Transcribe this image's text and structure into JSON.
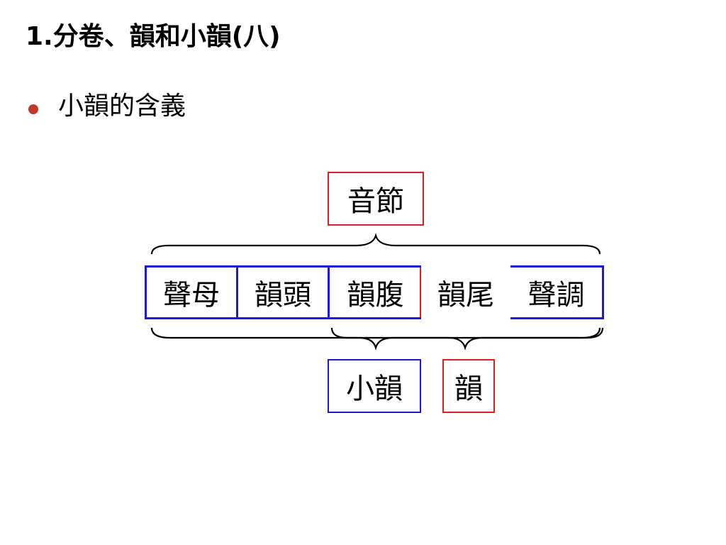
{
  "slide": {
    "title": "1.分卷、韻和小韻(八)",
    "bullet": "小韻的含義"
  },
  "diagram": {
    "top_label": "音節",
    "components": [
      "聲母",
      "韻頭",
      "韻腹",
      "韻尾",
      "聲調"
    ],
    "bottom_labels": [
      "小韻",
      "韻"
    ],
    "colors": {
      "red": "#e02020",
      "blue": "#1a1ad8",
      "bullet": "#c0392b"
    }
  }
}
